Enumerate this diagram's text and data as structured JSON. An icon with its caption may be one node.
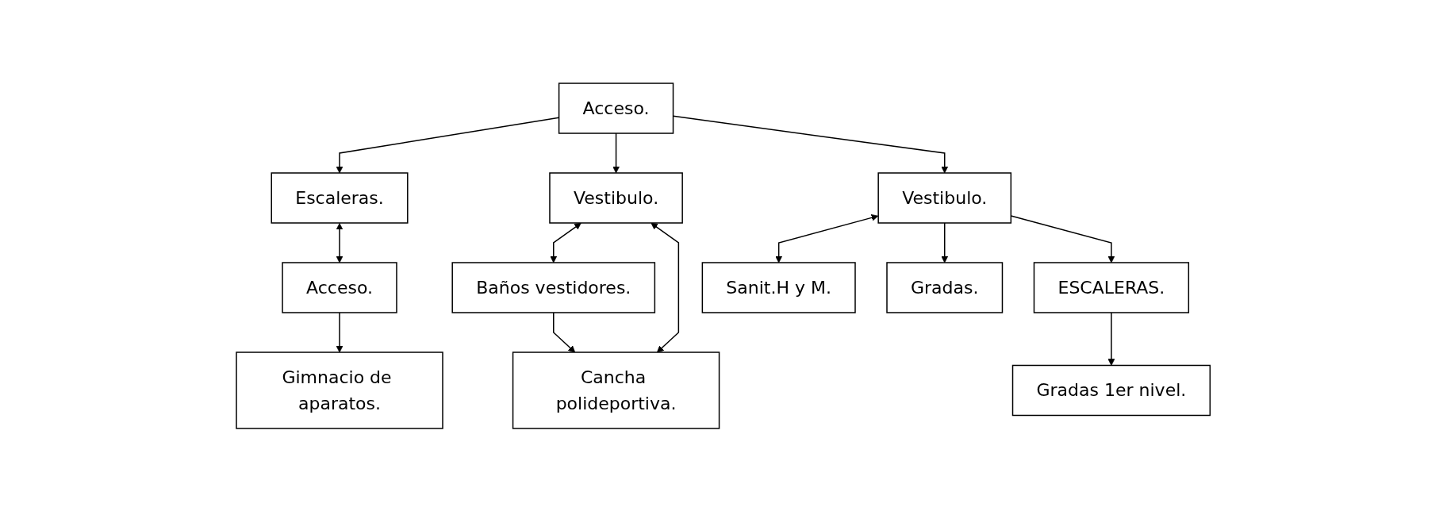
{
  "diagram": {
    "nodes": [
      {
        "text": [
          "Escaleras."
        ]
      },
      {
        "text": [
          "Acceso."
        ]
      },
      {
        "text": [
          "Vestibulo."
        ]
      },
      {
        "text": [
          "Baños vestidores."
        ]
      },
      {
        "text": [
          "Vestibulo."
        ]
      },
      {
        "text": [
          "Sanit.H y M."
        ]
      },
      {
        "text": [
          "Acceso."
        ]
      },
      {
        "text": [
          "Cancha polideportiva."
        ]
      },
      {
        "text": [
          "ESCALERAS."
        ]
      },
      {
        "text": [
          "Gradas."
        ]
      },
      {
        "text": [
          "Gimnacio de aparatos."
        ]
      },
      {
        "text": [
          "Gradas 1er nivel."
        ]
      }
    ],
    "edges": [
      {
        "from": 1,
        "to": 0,
        "arrow": "to"
      },
      {
        "from": 1,
        "to": 2,
        "arrow": "to"
      },
      {
        "from": 2,
        "to": 3,
        "arrow": "both"
      },
      {
        "from": 0,
        "to": 6,
        "arrow": "both"
      },
      {
        "from": 1,
        "to": 4,
        "arrow": "to"
      },
      {
        "from": 4,
        "to": 5,
        "arrow": "both"
      },
      {
        "from": 3,
        "to": 7,
        "arrow": "to"
      },
      {
        "from": 2,
        "to": 7,
        "arrow": "both"
      },
      {
        "from": 4,
        "to": 9,
        "arrow": "to"
      },
      {
        "from": 4,
        "to": 8,
        "arrow": "to"
      },
      {
        "from": 6,
        "to": 10,
        "arrow": "to"
      },
      {
        "from": 8,
        "to": 11,
        "arrow": "to"
      }
    ]
  }
}
